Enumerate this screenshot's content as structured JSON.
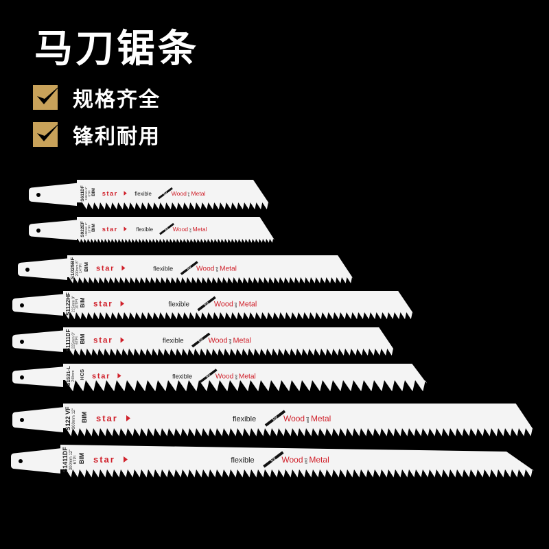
{
  "title": "马刀锯条",
  "features": [
    {
      "label": "规格齐全",
      "checkbox_color": "#c8a25a"
    },
    {
      "label": "锋利耐用",
      "checkbox_color": "#c8a25a"
    }
  ],
  "colors": {
    "background": "#000000",
    "blade": "#f4f4f4",
    "brand_red": "#d0202a"
  },
  "blades": [
    {
      "model": "S611DF",
      "spec": "150mm 6\"",
      "tpi": "6TPI",
      "material": "BIM",
      "brand": "star",
      "flexible": "flexible",
      "for": "for",
      "wood": "Wood",
      "and": "and",
      "metal": "Metal"
    },
    {
      "model": "S922EF",
      "spec": "150mm 6\"",
      "tpi": "18TPI",
      "material": "BIM",
      "brand": "star",
      "flexible": "flexible",
      "for": "for",
      "wood": "Wood",
      "and": "and",
      "metal": "Metal"
    },
    {
      "model": "S1025BF",
      "spec": "200mm 8\"",
      "tpi": "14TPI",
      "material": "BIM",
      "brand": "star",
      "flexible": "flexible",
      "for": "for",
      "wood": "Wood",
      "and": "and",
      "metal": "Metal"
    },
    {
      "model": "S1122HF",
      "spec": "225mm 9\"",
      "tpi": "10TPI",
      "material": "BIM",
      "brand": "star",
      "flexible": "flexible",
      "for": "for",
      "wood": "Wood",
      "and": "and",
      "metal": "Metal"
    },
    {
      "model": "S1111DF",
      "spec": "225mm 9\"",
      "tpi": "6TPI",
      "material": "BIM",
      "brand": "star",
      "flexible": "flexible",
      "for": "for",
      "wood": "Wood",
      "and": "and",
      "metal": "Metal"
    },
    {
      "model": "S1531-L",
      "spec": "240mm",
      "tpi": "",
      "material": "HCS",
      "brand": "star",
      "flexible": "flexible",
      "for": "for",
      "wood": "Wood",
      "and": "and",
      "metal": "Metal"
    },
    {
      "model": "S122 VF",
      "spec": "300mm 12\"",
      "tpi": "",
      "material": "BIM",
      "brand": "star",
      "flexible": "flexible",
      "for": "for",
      "wood": "Wood",
      "and": "and",
      "metal": "Metal"
    },
    {
      "model": "S1411DF",
      "spec": "300mm 12\"",
      "tpi": "6TPI",
      "material": "BIM",
      "brand": "star",
      "flexible": "flexible",
      "for": "for",
      "wood": "Wood",
      "and": "and",
      "metal": "Metal"
    }
  ]
}
